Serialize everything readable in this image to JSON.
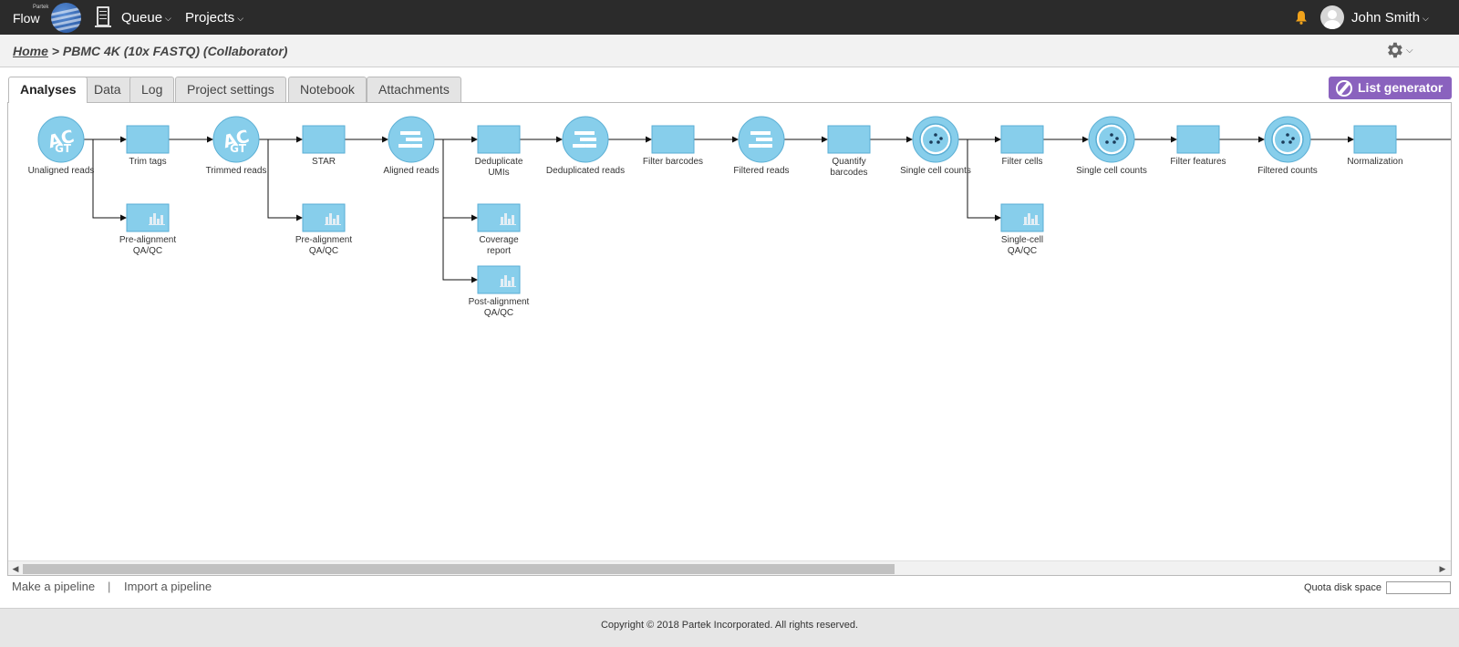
{
  "app": {
    "logo_text": "Flow",
    "logo_small": "Partek"
  },
  "nav": {
    "items": [
      {
        "label": "Queue"
      },
      {
        "label": "Projects"
      }
    ],
    "user_name": "John Smith",
    "icons": {
      "server": "server-icon",
      "notification": "bell-icon",
      "avatar": "user-avatar-icon"
    },
    "colors": {
      "bar": "#2b2b2b",
      "bell": "#f0a21b"
    }
  },
  "breadcrumb": {
    "home": "Home",
    "separator": ">",
    "current": "PBMC 4K (10x FASTQ) (Collaborator)"
  },
  "tabs": [
    {
      "label": "Analyses",
      "active": true
    },
    {
      "label": "Data",
      "active": false
    },
    {
      "label": "Log",
      "active": false
    },
    {
      "label": "Project settings",
      "active": false
    },
    {
      "label": "Notebook",
      "active": false
    },
    {
      "label": "Attachments",
      "active": false
    }
  ],
  "list_generator": {
    "label": "List generator",
    "color": "#8a62be"
  },
  "pipeline": {
    "node_color": "#87ceeb",
    "node_border": "#5aaed4",
    "nodes": [
      {
        "id": "n1",
        "kind": "data",
        "icon": "sequence-icon",
        "label": "Unaligned reads"
      },
      {
        "id": "n2",
        "kind": "task",
        "icon": "",
        "label": "Trim tags"
      },
      {
        "id": "n3",
        "kind": "data",
        "icon": "sequence-icon",
        "label": "Trimmed reads"
      },
      {
        "id": "n4",
        "kind": "task",
        "icon": "",
        "label": "STAR"
      },
      {
        "id": "n5",
        "kind": "data",
        "icon": "alignment-icon",
        "label": "Aligned reads"
      },
      {
        "id": "n6",
        "kind": "task",
        "icon": "",
        "label": "Deduplicate UMIs"
      },
      {
        "id": "n7",
        "kind": "data",
        "icon": "alignment-icon",
        "label": "Deduplicated reads"
      },
      {
        "id": "n8",
        "kind": "task",
        "icon": "",
        "label": "Filter barcodes"
      },
      {
        "id": "n9",
        "kind": "data",
        "icon": "alignment-icon",
        "label": "Filtered reads"
      },
      {
        "id": "n10",
        "kind": "task",
        "icon": "",
        "label": "Quantify barcodes"
      },
      {
        "id": "n11",
        "kind": "data",
        "icon": "single-cell-icon",
        "label": "Single cell counts"
      },
      {
        "id": "n12",
        "kind": "task",
        "icon": "",
        "label": "Filter cells"
      },
      {
        "id": "n13",
        "kind": "data",
        "icon": "single-cell-icon",
        "label": "Single cell counts"
      },
      {
        "id": "n14",
        "kind": "task",
        "icon": "",
        "label": "Filter features"
      },
      {
        "id": "n15",
        "kind": "data",
        "icon": "single-cell-icon",
        "label": "Filtered counts"
      },
      {
        "id": "n16",
        "kind": "task",
        "icon": "",
        "label": "Normalization"
      },
      {
        "id": "q1",
        "kind": "report",
        "icon": "bar-chart-icon",
        "label": "Pre-alignment QA/QC"
      },
      {
        "id": "q2",
        "kind": "report",
        "icon": "bar-chart-icon",
        "label": "Pre-alignment QA/QC"
      },
      {
        "id": "q3",
        "kind": "report",
        "icon": "bar-chart-icon",
        "label": "Coverage report"
      },
      {
        "id": "q4",
        "kind": "report",
        "icon": "bar-chart-icon",
        "label": "Post-alignment QA/QC"
      },
      {
        "id": "q5",
        "kind": "report",
        "icon": "bar-chart-icon",
        "label": "Single-cell QA/QC"
      }
    ],
    "edges": [
      [
        "n1",
        "n2"
      ],
      [
        "n2",
        "n3"
      ],
      [
        "n3",
        "n4"
      ],
      [
        "n4",
        "n5"
      ],
      [
        "n5",
        "n6"
      ],
      [
        "n6",
        "n7"
      ],
      [
        "n7",
        "n8"
      ],
      [
        "n8",
        "n9"
      ],
      [
        "n9",
        "n10"
      ],
      [
        "n10",
        "n11"
      ],
      [
        "n11",
        "n12"
      ],
      [
        "n12",
        "n13"
      ],
      [
        "n13",
        "n14"
      ],
      [
        "n14",
        "n15"
      ],
      [
        "n15",
        "n16"
      ],
      [
        "n1",
        "q1"
      ],
      [
        "n3",
        "q2"
      ],
      [
        "n5",
        "q3"
      ],
      [
        "n5",
        "q4"
      ],
      [
        "n11",
        "q5"
      ]
    ]
  },
  "bottom": {
    "make_pipeline": "Make a pipeline",
    "separator": "|",
    "import_pipeline": "Import a pipeline",
    "quota_label": "Quota disk space"
  },
  "footer": {
    "copyright": "Copyright © 2018 Partek Incorporated. All rights reserved."
  }
}
